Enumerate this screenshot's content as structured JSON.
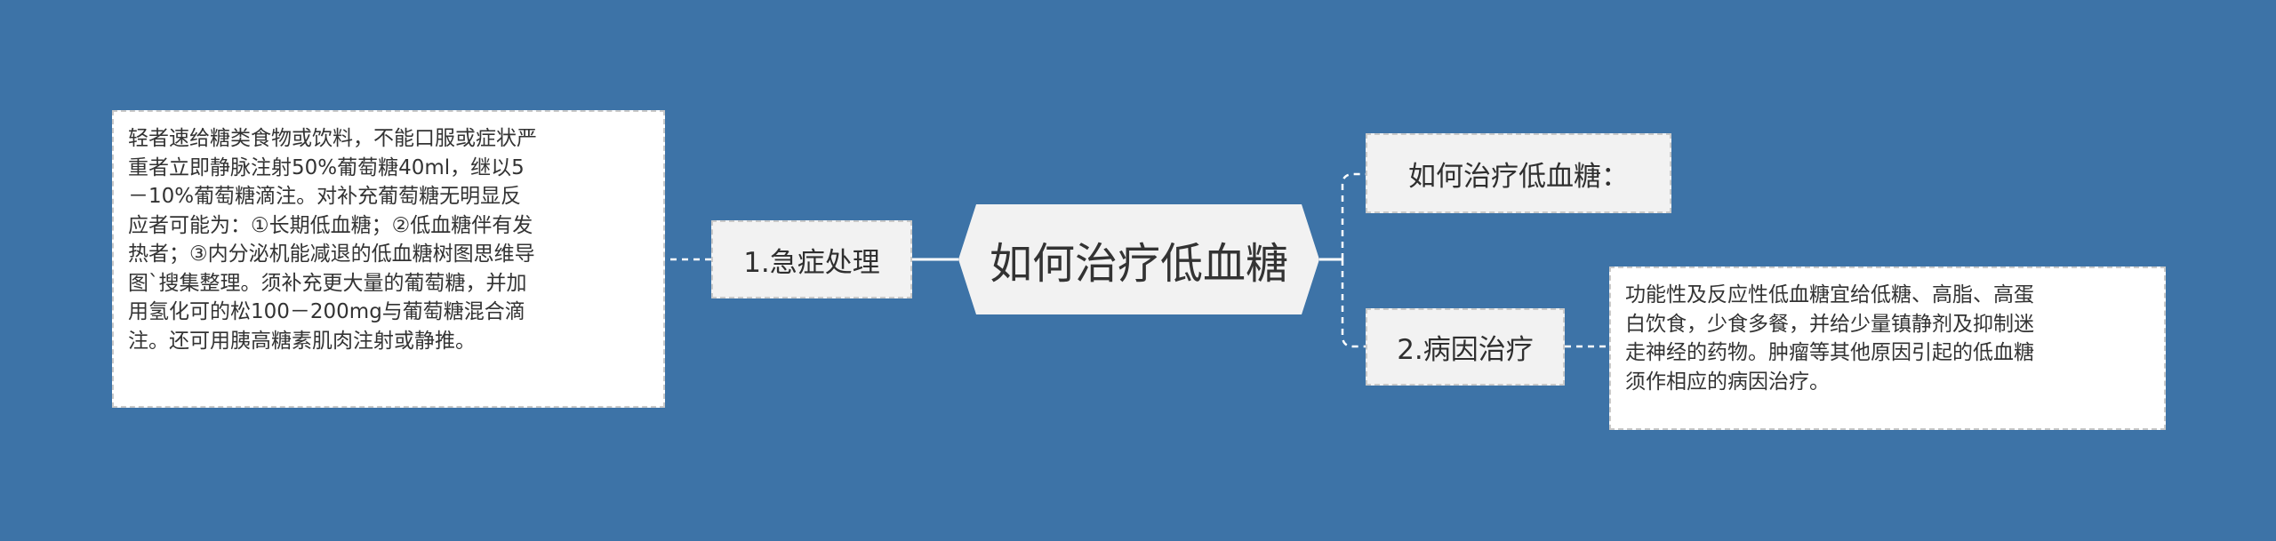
{
  "colors": {
    "background": "#3d73a7",
    "node_fill": "#f2f2f2",
    "note_fill": "#ffffff",
    "connector": "#ffffff",
    "text": "#333333"
  },
  "root": {
    "label": "如何治疗低血糖"
  },
  "topics": {
    "left_1": {
      "label": "1.急症处理"
    },
    "right_1": {
      "label": "如何治疗低血糖："
    },
    "right_2": {
      "label": "2.病因治疗"
    }
  },
  "notes": {
    "emergency": {
      "lines": [
        "轻者速给糖类食物或饮料，不能口服或症状严",
        "重者立即静脉注射50%葡萄糖40ml，继以5",
        "－10%葡萄糖滴注。对补充葡萄糖无明显反",
        "应者可能为：①长期低血糖；②低血糖伴有发",
        "热者；③内分泌机能减退的低血糖树图思维导",
        "图`搜集整理。须补充更大量的葡萄糖，并加",
        "用氢化可的松100－200mg与葡萄糖混合滴",
        "注。还可用胰高糖素肌肉注射或静推。"
      ]
    },
    "cause": {
      "lines": [
        "功能性及反应性低血糖宜给低糖、高脂、高蛋",
        "白饮食，少食多餐，并给少量镇静剂及抑制迷",
        "走神经的药物。肿瘤等其他原因引起的低血糖",
        "须作相应的病因治疗。"
      ]
    }
  }
}
